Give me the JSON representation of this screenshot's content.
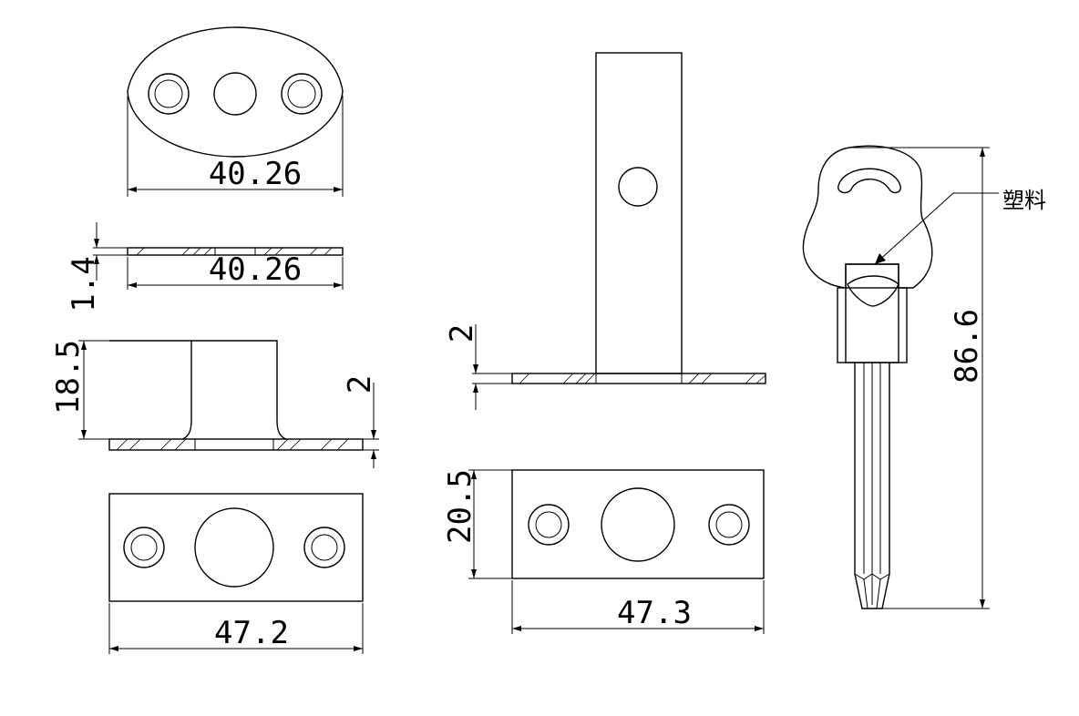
{
  "dimensions": {
    "oval_width": "40.26",
    "oval_plate_width": "40.26",
    "oval_plate_thickness": "1.4",
    "sleeve_height": "18.5",
    "rect_plate_thickness_left": "2",
    "rect_plate_width_left": "47.2",
    "bolt_plate_thickness": "2",
    "bolt_plate_height": "20.5",
    "bolt_plate_width": "47.3",
    "key_length": "86.6"
  },
  "notes": {
    "material_label": "塑料"
  }
}
